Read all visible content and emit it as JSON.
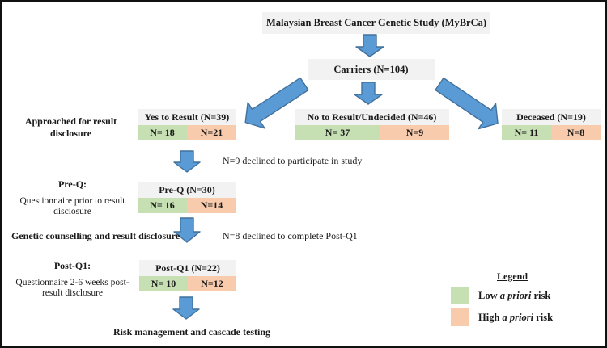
{
  "colors": {
    "low_risk": "#c6e0b4",
    "high_risk": "#f8cbad",
    "box_background": "#f2f2f2",
    "arrow_fill": "#5b9bd5",
    "arrow_stroke": "#41719c"
  },
  "flow": {
    "title": "Malaysian Breast Cancer Genetic Study (MyBrCa)",
    "carriers": "Carriers (N=104)",
    "branches": [
      {
        "label": "Yes to Result (N=39)",
        "low": "N= 18",
        "high": "N=21"
      },
      {
        "label": "No to Result/Undecided (N=46)",
        "low": "N= 37",
        "high": "N=9"
      },
      {
        "label": "Deceased (N=19)",
        "low": "N= 11",
        "high": "N=8"
      }
    ],
    "pre_q": {
      "label": "Pre-Q (N=30)",
      "low": "N= 16",
      "high": "N=14"
    },
    "post_q": {
      "label": "Post-Q1 (N=22)",
      "low": "N= 10",
      "high": "N=12"
    },
    "outcome": "Risk management and cascade testing"
  },
  "row_labels": {
    "approached": "Approached for result disclosure",
    "pre_q_title": "Pre-Q:",
    "pre_q_desc": "Questionnaire prior to result disclosure",
    "counselling": "Genetic counselling and result disclosure",
    "post_q_title": "Post-Q1:",
    "post_q_desc": "Questionnaire 2-6 weeks post-result disclosure"
  },
  "notes": {
    "declined_study": "N=9 declined to participate in study",
    "declined_postq1": "N=8 declined to complete Post-Q1"
  },
  "legend": {
    "title": "Legend",
    "items": [
      {
        "color": "#c6e0b4",
        "pre": "Low ",
        "italic": "a priori",
        "post": " risk"
      },
      {
        "color": "#f8cbad",
        "pre": "High ",
        "italic": "a priori",
        "post": " risk"
      }
    ]
  }
}
